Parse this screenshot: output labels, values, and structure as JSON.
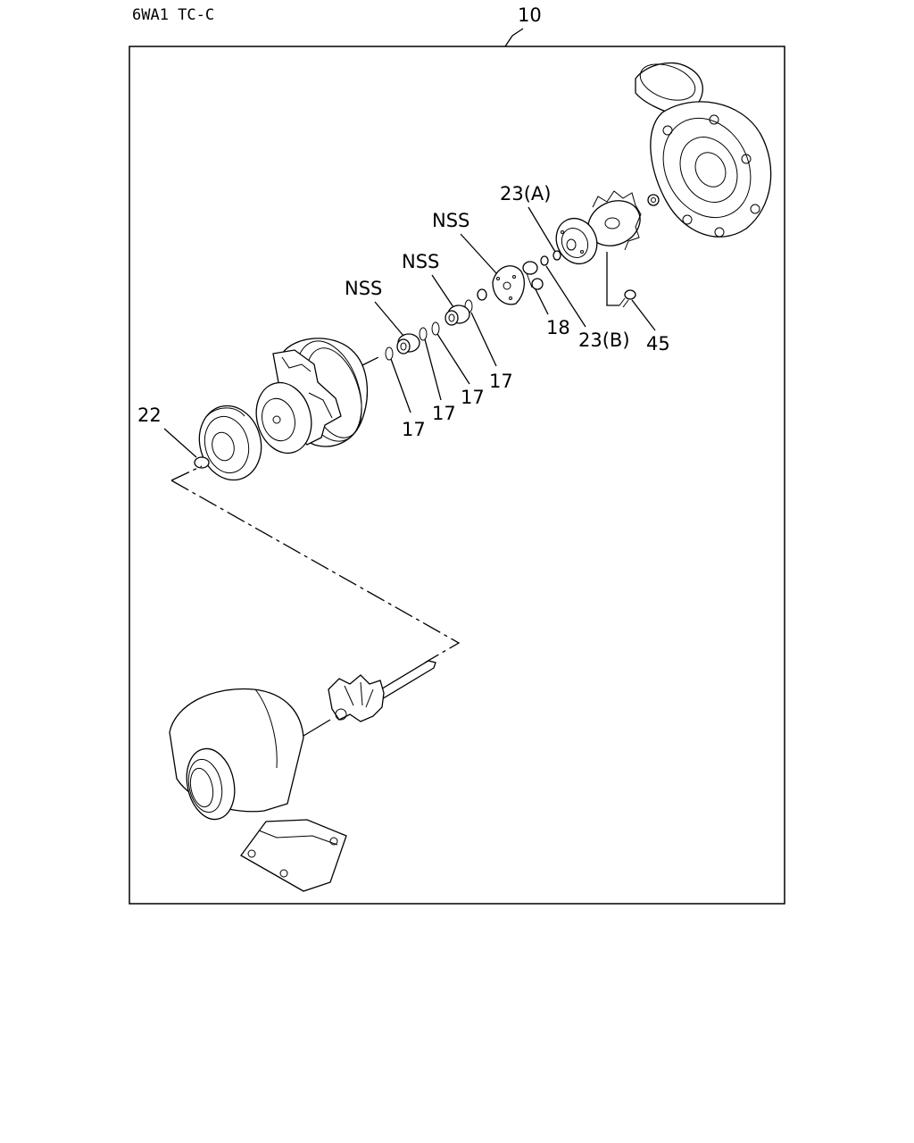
{
  "header": {
    "code": "6WA1 TC-C"
  },
  "assembly": {
    "ref": "10"
  },
  "callouts": [
    {
      "id": "label-22",
      "text": "22"
    },
    {
      "id": "label-nss-1",
      "text": "NSS"
    },
    {
      "id": "label-nss-2",
      "text": "NSS"
    },
    {
      "id": "label-nss-3",
      "text": "NSS"
    },
    {
      "id": "label-17-a",
      "text": "17"
    },
    {
      "id": "label-17-b",
      "text": "17"
    },
    {
      "id": "label-17-c",
      "text": "17"
    },
    {
      "id": "label-17-d",
      "text": "17"
    },
    {
      "id": "label-23a",
      "text": "23(A)"
    },
    {
      "id": "label-23b",
      "text": "23(B)"
    },
    {
      "id": "label-18",
      "text": "18"
    },
    {
      "id": "label-45",
      "text": "45"
    }
  ]
}
